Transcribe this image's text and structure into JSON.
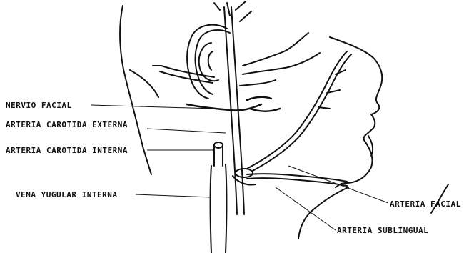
{
  "labels": {
    "nervio_facial": "NERVIO FACIAL",
    "arteria_carotida_externa": "ARTERIA CAROTIDA EXTERNA",
    "arteria_carotida_interna": "ARTERIA CAROTIDA INTERNA",
    "vena_yugular_interna": "VENA YUGULAR INTERNA",
    "arteria_facial": "ARTERIA FACIAL",
    "arteria_sublingual": "ARTERIA SUBLINGUAL"
  },
  "colors": {
    "ink": "#111111",
    "background": "#ffffff"
  }
}
